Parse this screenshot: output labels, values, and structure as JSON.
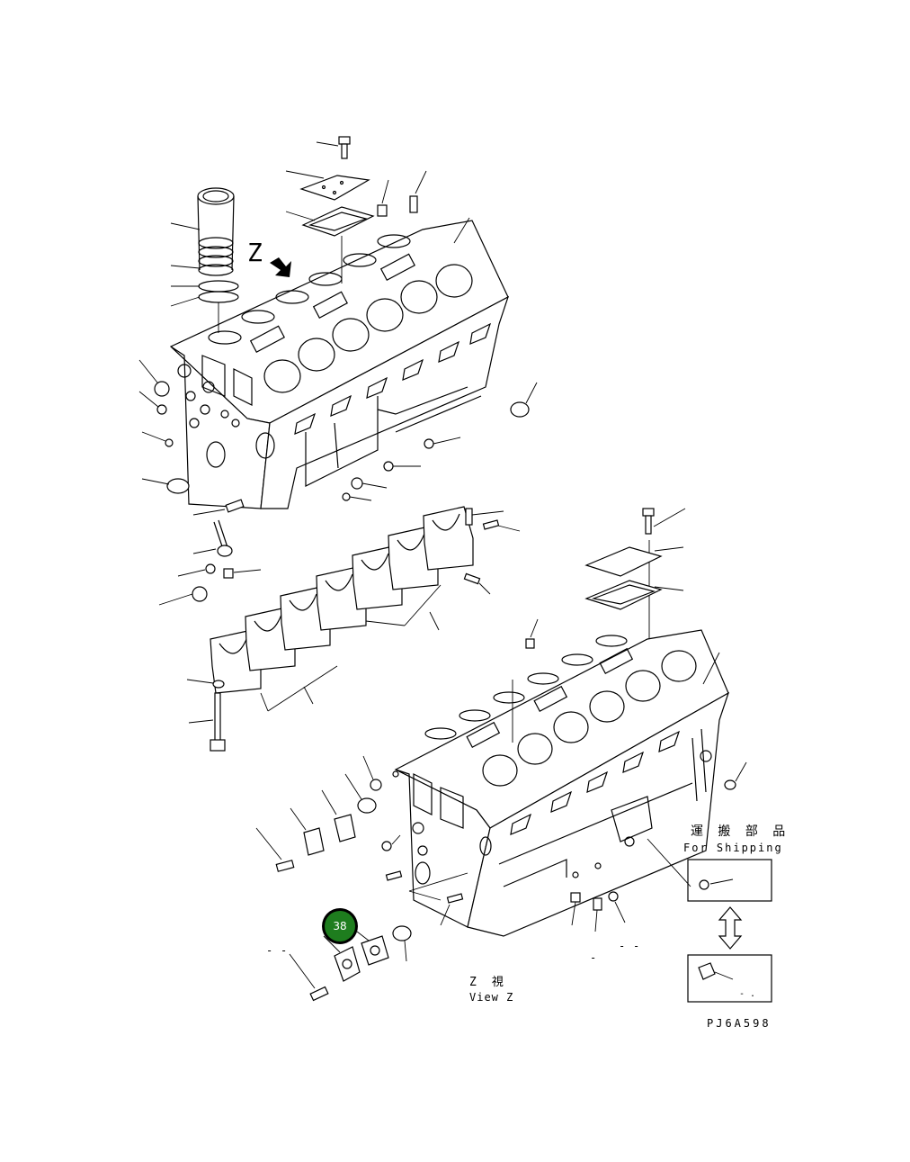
{
  "view_marker": "Z",
  "callout": {
    "number": "38",
    "color": "#1e7d1e",
    "ring": "#000000"
  },
  "view_caption": {
    "kanji": "Z　視",
    "english": "View Z"
  },
  "shipping_caption": {
    "kanji": "運 搬 部 品",
    "english": "For Shipping"
  },
  "drawing_code": "PJ6A598",
  "colors": {
    "line": "#000000",
    "background": "#ffffff"
  }
}
